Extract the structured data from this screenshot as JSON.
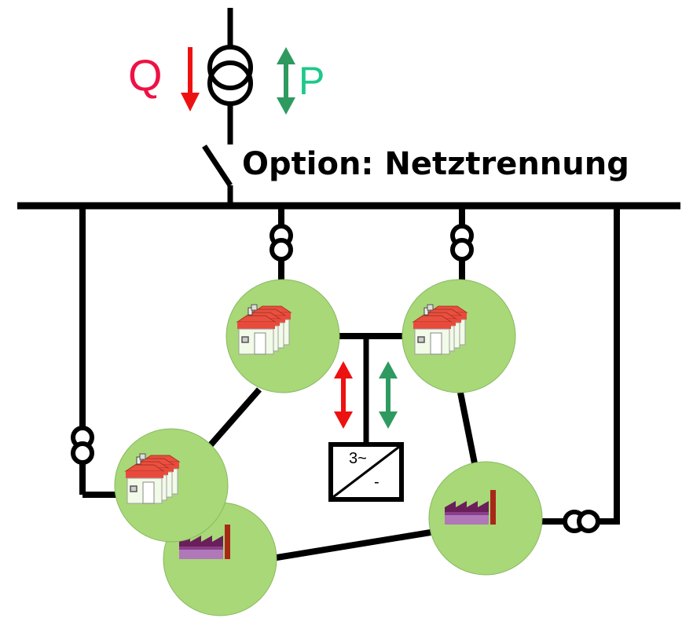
{
  "labels": {
    "reactive_power": "Q",
    "active_power": "P",
    "option": "Option: Netztrennung",
    "converter_ac": "3~",
    "converter_dc": "-"
  },
  "colors": {
    "reactive_power": "#ee1144",
    "active_power": "#1ec88a",
    "arrow_red": "#ee1111",
    "arrow_green": "#2e9a60",
    "node_fill": "#a8d878",
    "line": "#000000"
  },
  "icons": {
    "substation_transformer": "transformer-icon",
    "breaker": "switch-icon",
    "houses": "houses-icon",
    "factory": "factory-icon",
    "converter": "inverter-icon"
  }
}
